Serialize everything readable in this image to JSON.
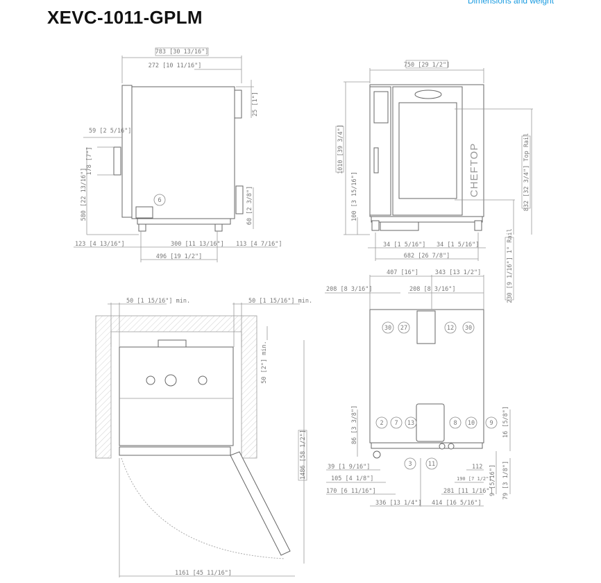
{
  "header": {
    "title": "XEVC-1011-GPLM",
    "link": "Dimensions and weight"
  },
  "side_view": {
    "dims": {
      "overall_depth": "783 [30 13/16\"]",
      "top_conn": "272 [10 11/16\"]",
      "top_offset": "25 [1\"]",
      "door_offset": "59 [2 5/16\"]",
      "handle": "178 [7\"]",
      "handle_height": "580 [22 13/16\"]",
      "bottom_conn": "60 [2 3/8\"]",
      "front_overhang": "123 [4 13/16\"]",
      "feet_inner": "300 [11 13/16\"]",
      "rear_overhang": "113 [4 7/16\"]",
      "feet_span": "496 [19 1/2\"]"
    },
    "callouts": [
      "6"
    ]
  },
  "front_view": {
    "brand_text": "CHEFTOP",
    "dims": {
      "width": "750 [29 1/2\"]",
      "height": "1010 [39 3/4\"]",
      "base": "100 [3 15/16\"]",
      "top_rail": "832 [32 3/4\"] Top Rail",
      "rail_1": "230 [9 1/16\"] 1° Rail",
      "foot_left": "34 [1 5/16\"]",
      "foot_right": "34 [1 5/16\"]",
      "feet_span": "682 [26 7/8\"]"
    }
  },
  "top_view": {
    "dims": {
      "clear_left": "50 [1 15/16\"] min.",
      "clear_right": "50 [1 15/16\"] min.",
      "clear_rear": "50 [2\"] min.",
      "depth_door_open": "1486 [58 1/2\"]",
      "width_door_open": "1161 [45 11/16\"]"
    }
  },
  "rear_view": {
    "dims": {
      "a407": "407 [16\"]",
      "a343": "343 [13 1/2\"]",
      "a208_left": "208 [8 3/16\"]",
      "a208_right": "208 [8 3/16\"]",
      "a86": "86 [3 3/8\"]",
      "a16": "16 [5/8\"]",
      "a39": "39 [1 9/16\"]",
      "a105": "105 [4 1/8\"]",
      "a170": "170 [6 11/16\"]",
      "a336": "336 [13 1/4\"]",
      "a414": "414 [16 5/16\"]",
      "a112": "112",
      "a190": "190 [7 1/2\"]",
      "a281": "281 [11 1/16\"]",
      "a9": "9 [5/16\"]",
      "a79": "79 [3 1/8\"]"
    },
    "callouts_top": [
      "30",
      "27",
      "12",
      "30"
    ],
    "callouts_bottom": [
      "2",
      "7",
      "13",
      "8",
      "10",
      "9"
    ],
    "callouts_below": [
      "3",
      "11"
    ]
  }
}
